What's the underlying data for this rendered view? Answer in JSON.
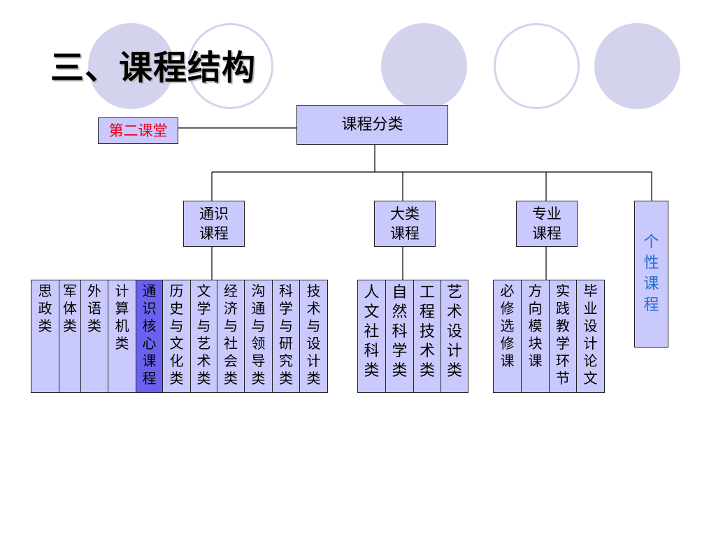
{
  "colors": {
    "box_fill": "#c9c9fd",
    "highlight_fill": "#6a62ee",
    "circle_fill": "#d3d3ee",
    "second_classroom_text": "#e8001c",
    "personal_course_text": "#1f6fd1"
  },
  "slide": {
    "title": "三、课程结构"
  },
  "tree": {
    "root": "课程分类",
    "second_classroom": "第二课堂",
    "general": {
      "label": "通识\n课程",
      "children": [
        "思政类",
        "军体类",
        "外语类",
        "计算机类",
        "通识核心课程",
        "历史与文化类",
        "文学与艺术类",
        "经济与社会类",
        "沟通与领导类",
        "科学与研究类",
        "技术与设计类"
      ]
    },
    "broad": {
      "label": "大类\n课程",
      "children": [
        "人文社科类",
        "自然科学类",
        "工程技术类",
        "艺术设计类"
      ]
    },
    "major": {
      "label": "专业\n课程",
      "children": [
        "必修选修课",
        "方向模块课",
        "实践教学环节",
        "毕业设计论文"
      ]
    },
    "personal": "个性课程"
  }
}
